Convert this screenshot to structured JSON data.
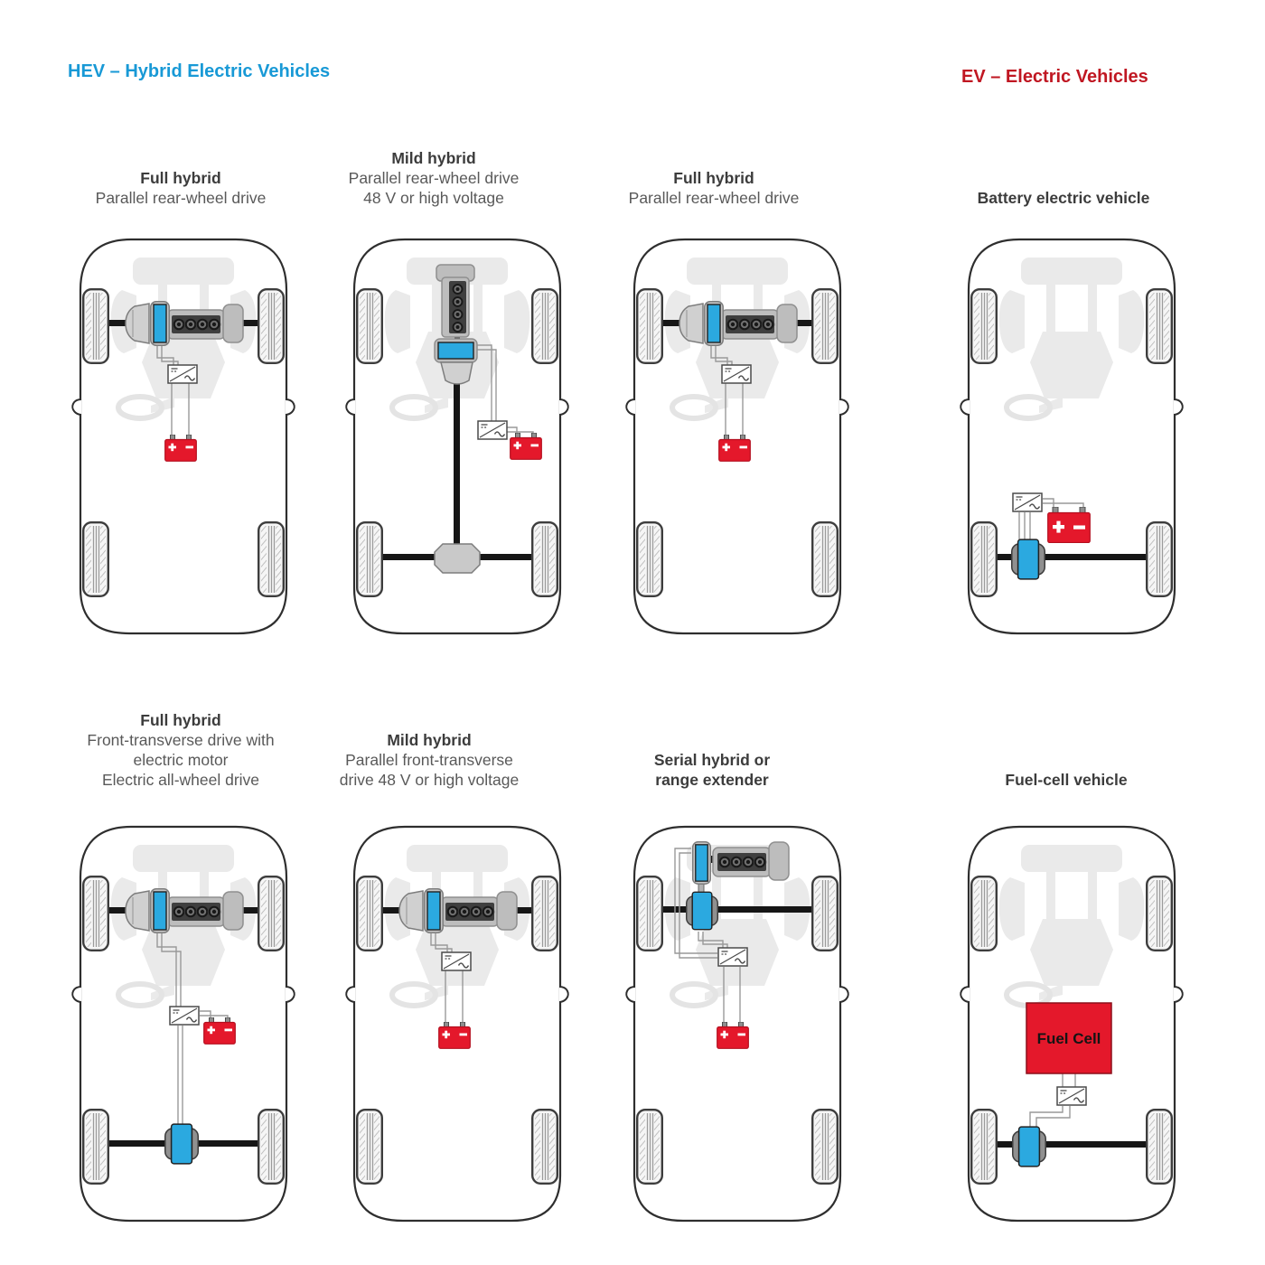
{
  "headers": {
    "hev": {
      "label": "HEV – Hybrid Electric Vehicles",
      "color": "#1899D6"
    },
    "ev": {
      "label": "EV – Electric Vehicles",
      "color": "#C01722"
    }
  },
  "colors": {
    "electric_motor": "#2BA9E0",
    "battery_red": "#E4182B",
    "engine_gray": "#BDBDBD",
    "body_outline": "#2E2E2E",
    "ghost_chassis": "#EAEAEA"
  },
  "battery_terminals": {
    "plus": "+",
    "minus": "−"
  },
  "cars": [
    {
      "title_lines": [
        "Full hybrid"
      ],
      "subtitle_lines": [
        "Parallel rear-wheel drive"
      ],
      "variant": "front-transverse full hybrid"
    },
    {
      "title_lines": [
        "Mild hybrid"
      ],
      "subtitle_lines": [
        "Parallel rear-wheel drive",
        "48 V or high voltage"
      ],
      "variant": "longitudinal mild hybrid with driveshaft"
    },
    {
      "title_lines": [
        "Full hybrid"
      ],
      "subtitle_lines": [
        "Parallel rear-wheel drive"
      ],
      "variant": "front-transverse full hybrid"
    },
    {
      "title_lines": [
        "Battery electric vehicle"
      ],
      "subtitle_lines": [],
      "variant": "battery electric, rear motor with large battery"
    },
    {
      "title_lines": [
        "Full hybrid"
      ],
      "subtitle_lines": [
        "Front-transverse drive with",
        "electric motor",
        "Electric all-wheel drive"
      ],
      "variant": "full hybrid with additional rear axle motor"
    },
    {
      "title_lines": [
        "Mild hybrid"
      ],
      "subtitle_lines": [
        "Parallel front-transverse",
        "drive 48 V or high voltage"
      ],
      "variant": "front-transverse mild hybrid"
    },
    {
      "title_lines": [
        "Serial hybrid or",
        "range extender"
      ],
      "subtitle_lines": [],
      "variant": "serial hybrid: engine + generator + front axle motor"
    },
    {
      "title_lines": [
        "Fuel-cell vehicle"
      ],
      "subtitle_lines": [],
      "variant": "fuel cell with rear motor",
      "fuel_cell_label": "Fuel Cell"
    }
  ]
}
